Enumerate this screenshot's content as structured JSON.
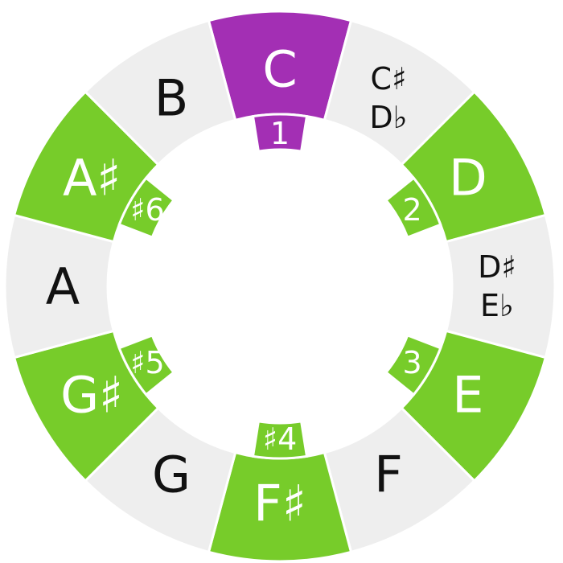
{
  "colors": {
    "root": "#a32fb4",
    "scale_note": "#77cc2a",
    "non_scale_note": "#eeeeee",
    "text_on_color": "#ffffff",
    "text_on_gray": "#111111",
    "separator": "#ffffff"
  },
  "notes": [
    {
      "label": "C",
      "label2": "",
      "degree": "1",
      "role": "root"
    },
    {
      "label": "C♯",
      "label2": "D♭",
      "degree": "",
      "role": "non_scale_note"
    },
    {
      "label": "D",
      "label2": "",
      "degree": "2",
      "role": "scale_note"
    },
    {
      "label": "D♯",
      "label2": "E♭",
      "degree": "",
      "role": "non_scale_note"
    },
    {
      "label": "E",
      "label2": "",
      "degree": "3",
      "role": "scale_note"
    },
    {
      "label": "F",
      "label2": "",
      "degree": "",
      "role": "non_scale_note"
    },
    {
      "label": "F♯",
      "label2": "",
      "degree": "♯4",
      "role": "scale_note"
    },
    {
      "label": "G",
      "label2": "",
      "degree": "",
      "role": "non_scale_note"
    },
    {
      "label": "G♯",
      "label2": "",
      "degree": "♯5",
      "role": "scale_note"
    },
    {
      "label": "A",
      "label2": "",
      "degree": "",
      "role": "non_scale_note"
    },
    {
      "label": "A♯",
      "label2": "",
      "degree": "♯6",
      "role": "scale_note"
    },
    {
      "label": "B",
      "label2": "",
      "degree": "",
      "role": "non_scale_note"
    }
  ]
}
